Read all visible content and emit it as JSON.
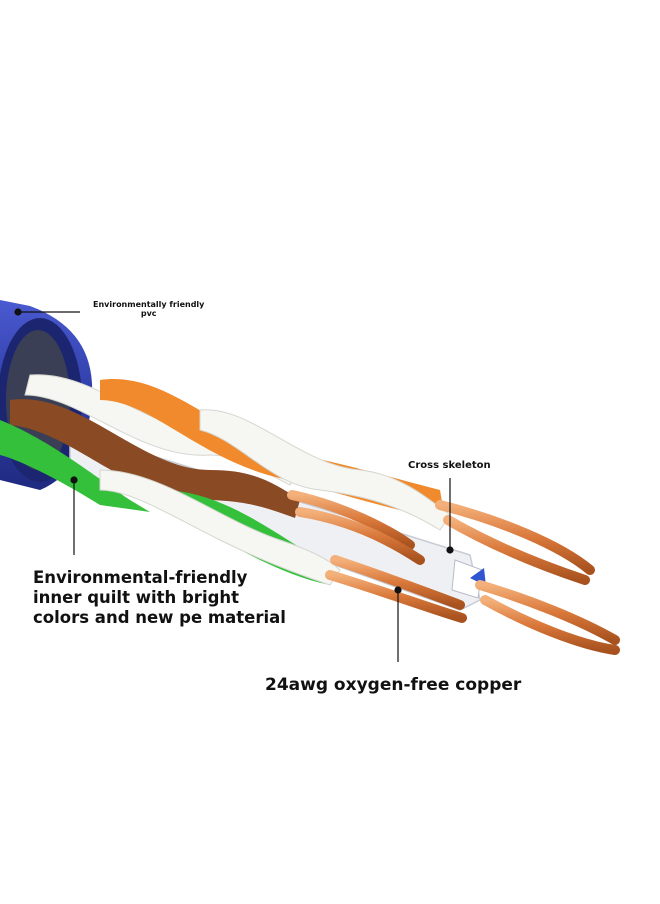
{
  "labels": {
    "pvc_line1": "Environmentally friendly",
    "pvc_line2": "pvc",
    "cross_skeleton": "Cross skeleton",
    "inner_line1": "Environmental-friendly",
    "inner_line2": "inner quilt with bright",
    "inner_line3": "colors and new pe material",
    "copper": "24awg oxygen-free copper"
  },
  "colors": {
    "jacket": "#2f3ea8",
    "orange": "#f08a2c",
    "brown": "#8a4a24",
    "green": "#34c03a",
    "copper": "#e08a4c",
    "skeleton": "#eef0f4"
  }
}
